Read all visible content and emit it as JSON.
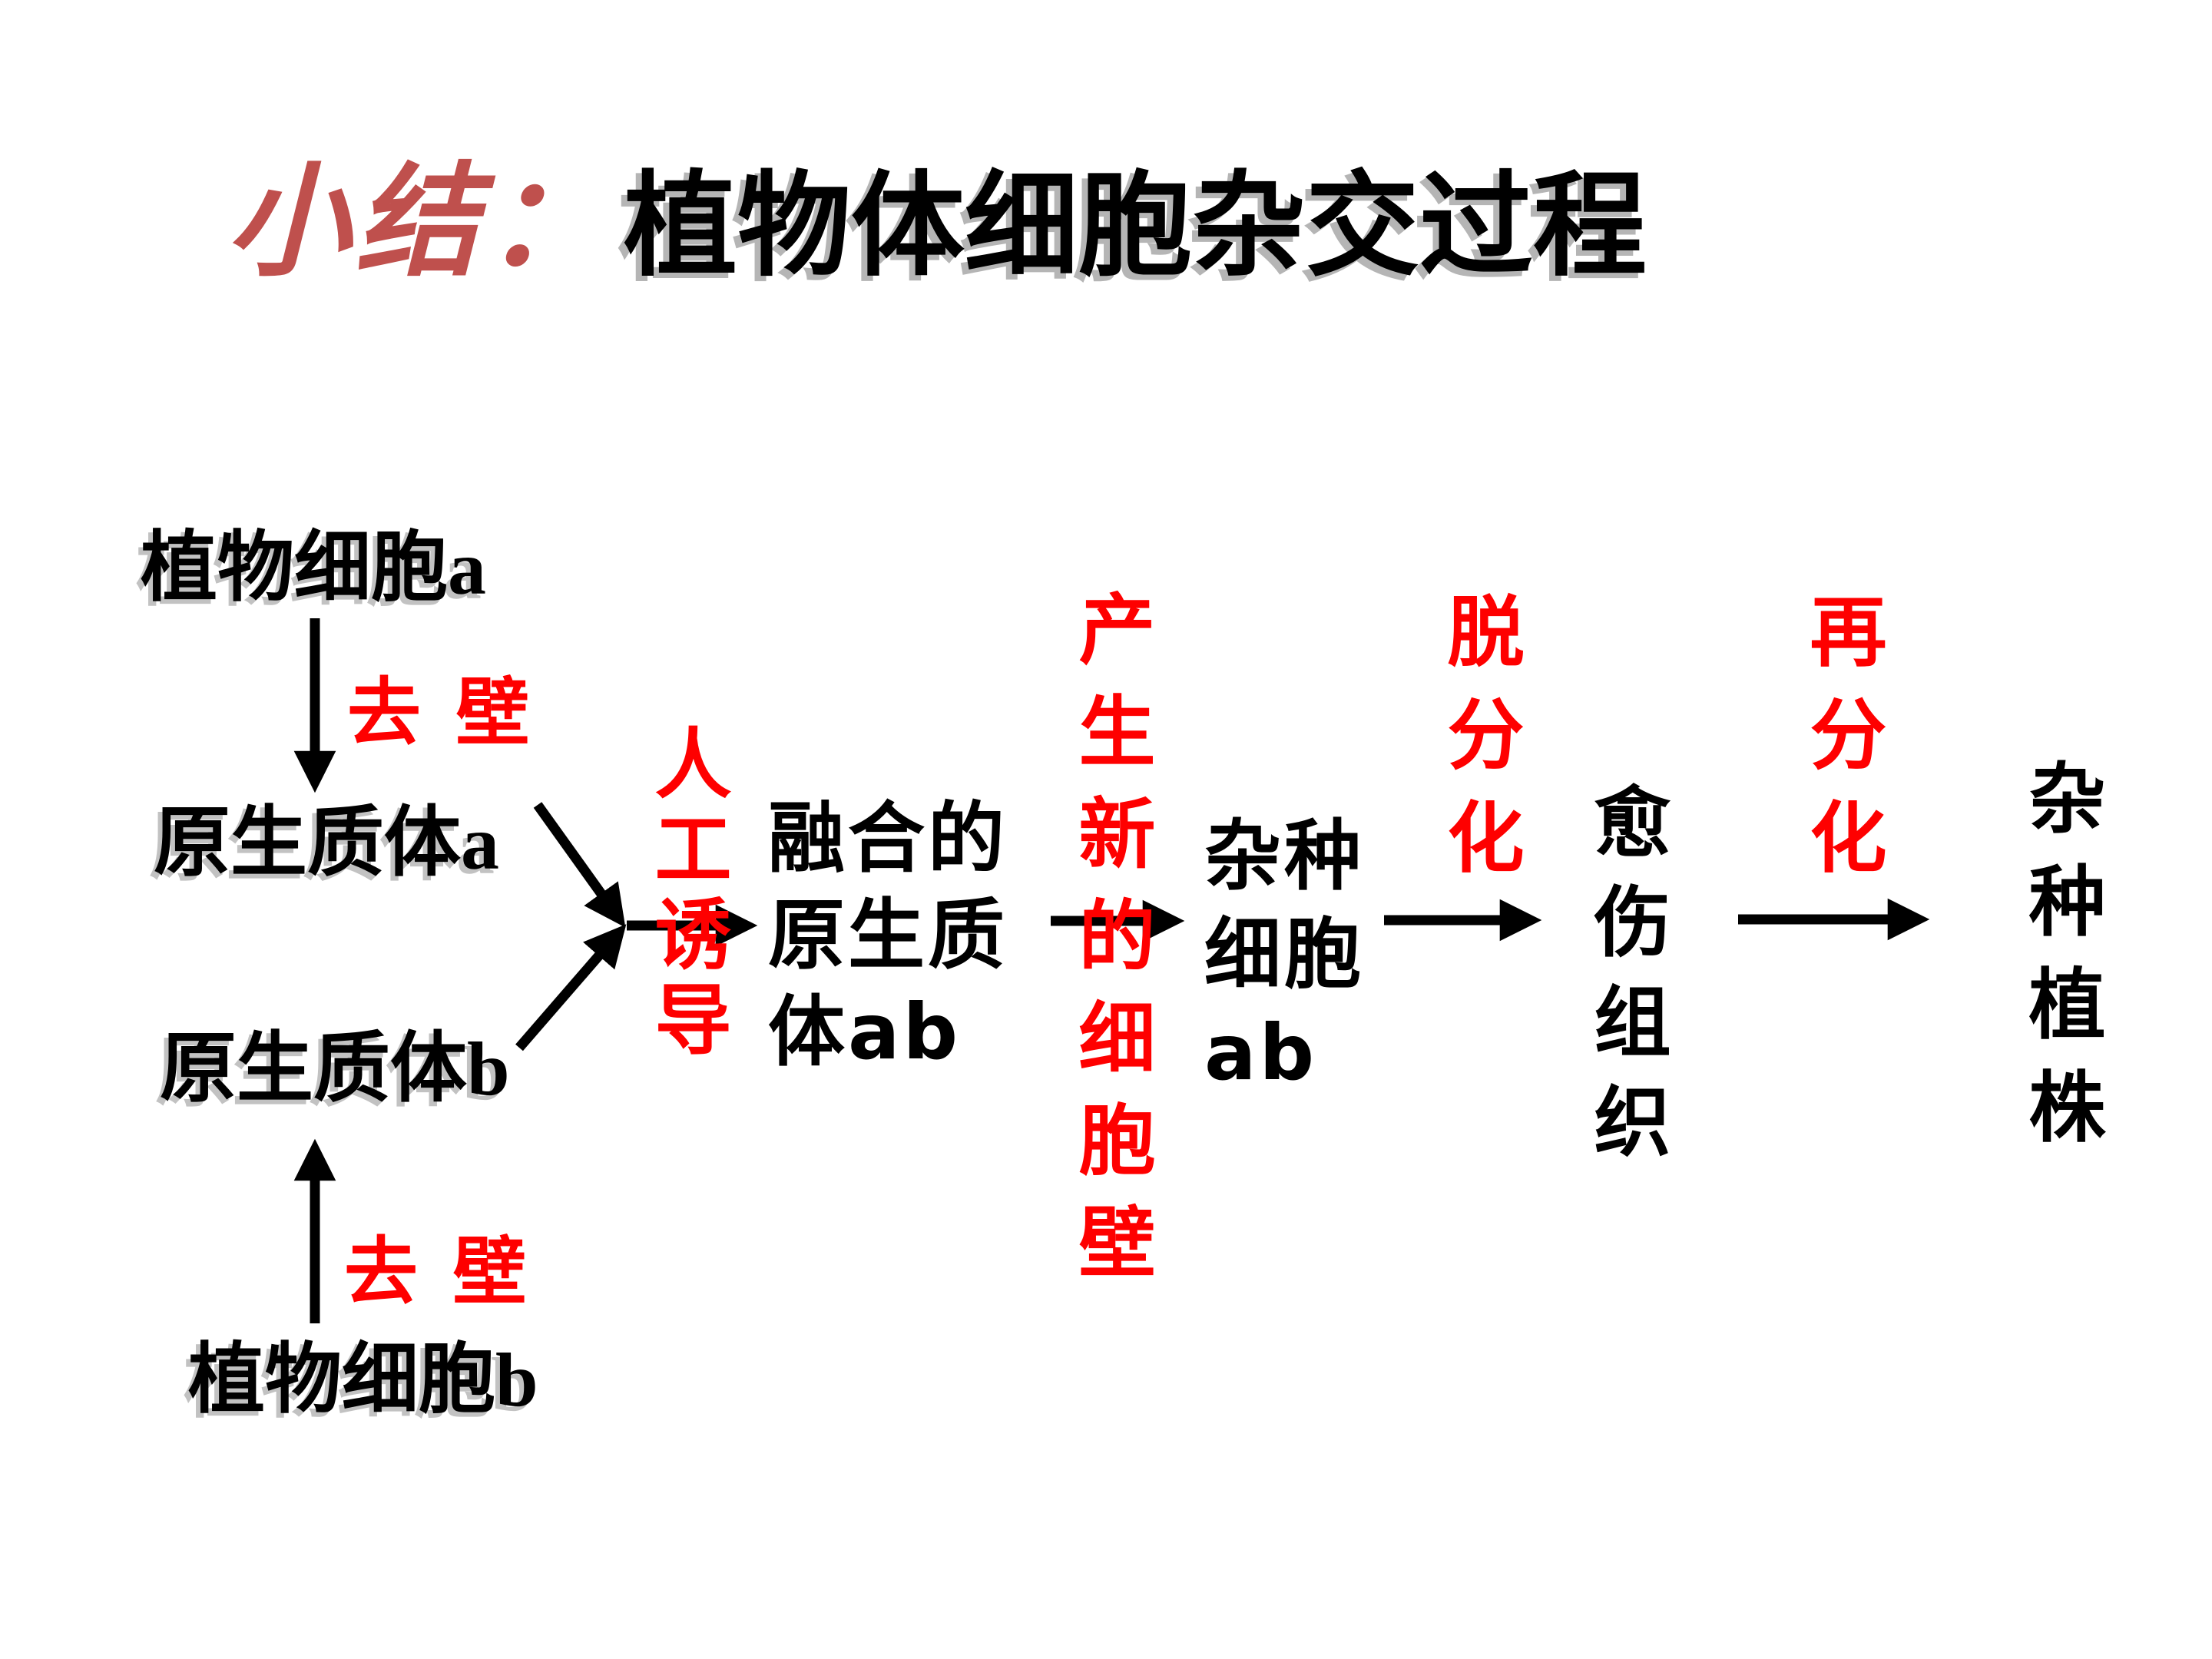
{
  "slide": {
    "background": "#ffffff",
    "colors": {
      "accent_red": "#fe0000",
      "title_red": "#bf504d",
      "text_black": "#000000",
      "shadow_gray": "#b5b5b5"
    },
    "title": {
      "prefix": "小结：",
      "main": "植物体细胞杂交过程"
    },
    "nodes": {
      "plant_cell_a": "植物细胞a",
      "protoplast_a": "原生质体a",
      "protoplast_b": "原生质体b",
      "plant_cell_b": "植物细胞b",
      "fused_protoplast": {
        "line1": "融合的",
        "line2": "原生质",
        "line3": "体ab"
      },
      "hybrid_cell": {
        "line1": "杂种",
        "line2": "细胞",
        "line3": "ab"
      },
      "callus": "愈伤组织",
      "hybrid_plant": "杂种植株"
    },
    "process_labels": {
      "remove_wall_top": "去 壁",
      "remove_wall_bottom": "去 壁",
      "artificial_induction": "人工诱导",
      "new_cell_wall": "产生新的细胞壁",
      "dedifferentiation": "脱分化",
      "redifferentiation": "再分化"
    }
  }
}
